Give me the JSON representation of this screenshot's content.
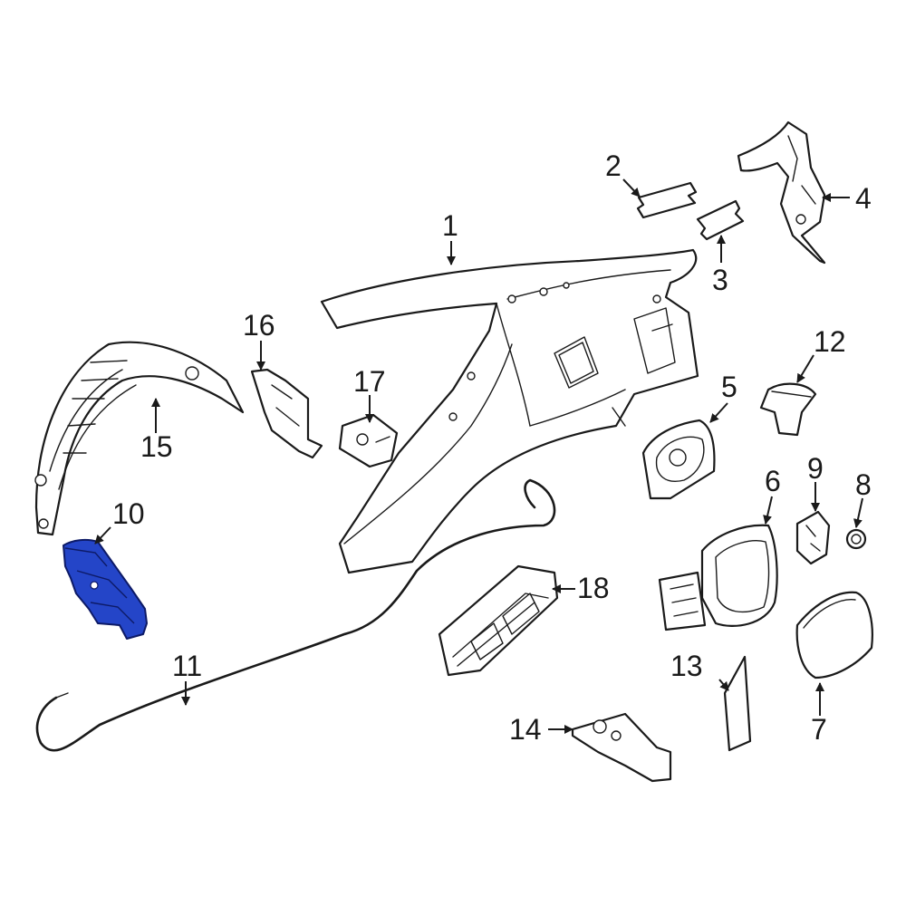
{
  "callouts": {
    "c1": "1",
    "c2": "2",
    "c3": "3",
    "c4": "4",
    "c5": "5",
    "c6": "6",
    "c7": "7",
    "c8": "8",
    "c9": "9",
    "c10": "10",
    "c11": "11",
    "c12": "12",
    "c13": "13",
    "c14": "14",
    "c15": "15",
    "c16": "16",
    "c17": "17",
    "c18": "18"
  },
  "colors": {
    "highlight": "#2445c8",
    "line": "#1a1a1a",
    "background": "#ffffff"
  },
  "highlighted_part": "10"
}
